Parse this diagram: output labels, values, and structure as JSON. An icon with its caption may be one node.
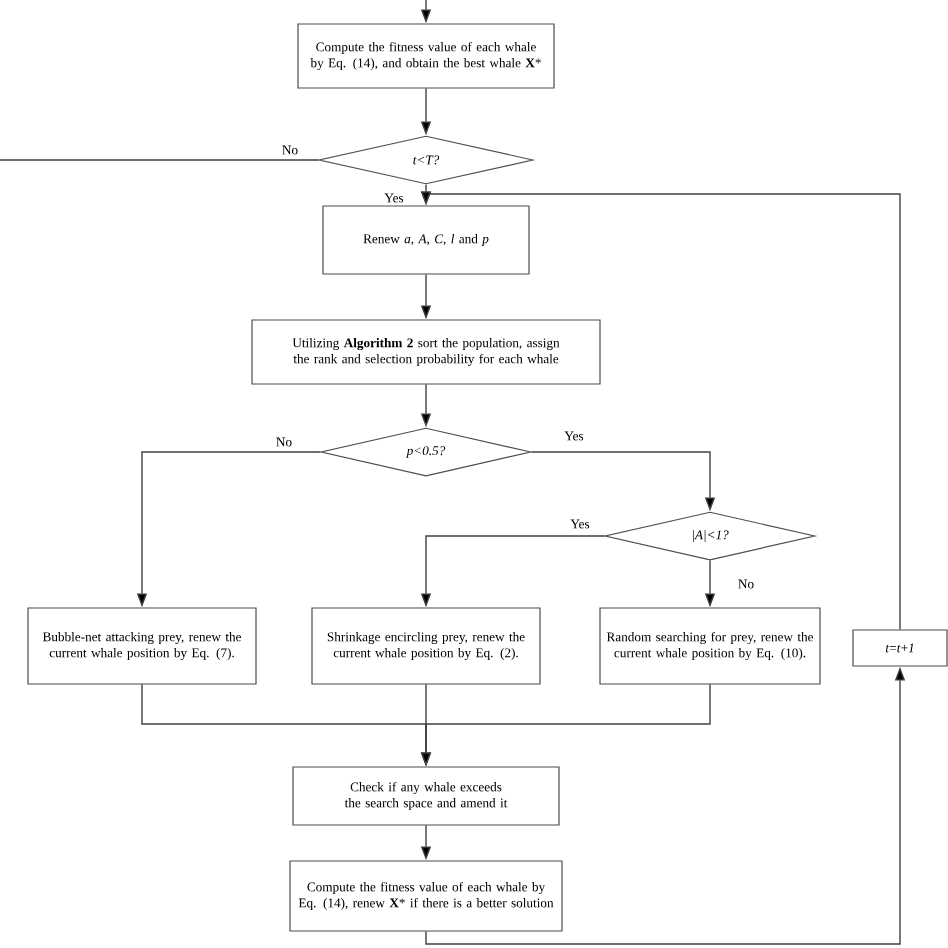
{
  "diagram": {
    "nodes": [
      {
        "text": [
          "Compute the fitness value of each whale by  Eq. (14), and obtain the best whale **X***"
        ]
      },
      {
        "text": [
          "*t*<*T*?"
        ]
      },
      {
        "text": [
          "Renew *a*, *A*, *C*, *l* and *p*"
        ]
      },
      {
        "text": [
          "Utilizing **Algorithm 2** sort the population, assign the rank and selection probability for each whale"
        ]
      },
      {
        "text": [
          "*p*<0.5?"
        ]
      },
      {
        "text": [
          "|*A*|<1?"
        ]
      },
      {
        "text": [
          "Bubble-net attacking prey, renew the current whale position by Eq. (7)."
        ]
      },
      {
        "text": [
          "Shrinkage encircling prey, renew the current whale position by Eq. (2)."
        ]
      },
      {
        "text": [
          "Random searching for prey, renew the current whale position by Eq. (10)."
        ]
      },
      {
        "text": [
          "Check if any whale exceeds the search space and amend it"
        ]
      },
      {
        "text": [
          "Compute the fitness value of each whale by Eq. (14),  renew **X*** if there is a better solution"
        ]
      },
      {
        "text": [
          "*t*=*t*+*1*"
        ]
      }
    ],
    "edges": [
      {
        "from": null,
        "to": 0,
        "arrow": "to"
      },
      {
        "from": 0,
        "to": 1,
        "arrow": "to"
      },
      {
        "from": 1,
        "to": null,
        "arrow": "none",
        "label": "No"
      },
      {
        "from": 1,
        "to": 2,
        "arrow": "to",
        "label": "Yes"
      },
      {
        "from": 2,
        "to": 3,
        "arrow": "to"
      },
      {
        "from": 3,
        "to": 4,
        "arrow": "to"
      },
      {
        "from": 4,
        "to": 6,
        "arrow": "to",
        "label": "No"
      },
      {
        "from": 4,
        "to": 5,
        "arrow": "to",
        "label": "Yes"
      },
      {
        "from": 5,
        "to": 7,
        "arrow": "to",
        "label": "Yes"
      },
      {
        "from": 5,
        "to": 8,
        "arrow": "to",
        "label": "No"
      },
      {
        "from": 6,
        "to": 9,
        "arrow": "to"
      },
      {
        "from": 7,
        "to": 9,
        "arrow": "to"
      },
      {
        "from": 8,
        "to": 9,
        "arrow": "to"
      },
      {
        "from": 9,
        "to": 10,
        "arrow": "to"
      },
      {
        "from": 10,
        "to": 11,
        "arrow": "to"
      },
      {
        "from": 11,
        "to": 2,
        "arrow": "to"
      }
    ]
  }
}
